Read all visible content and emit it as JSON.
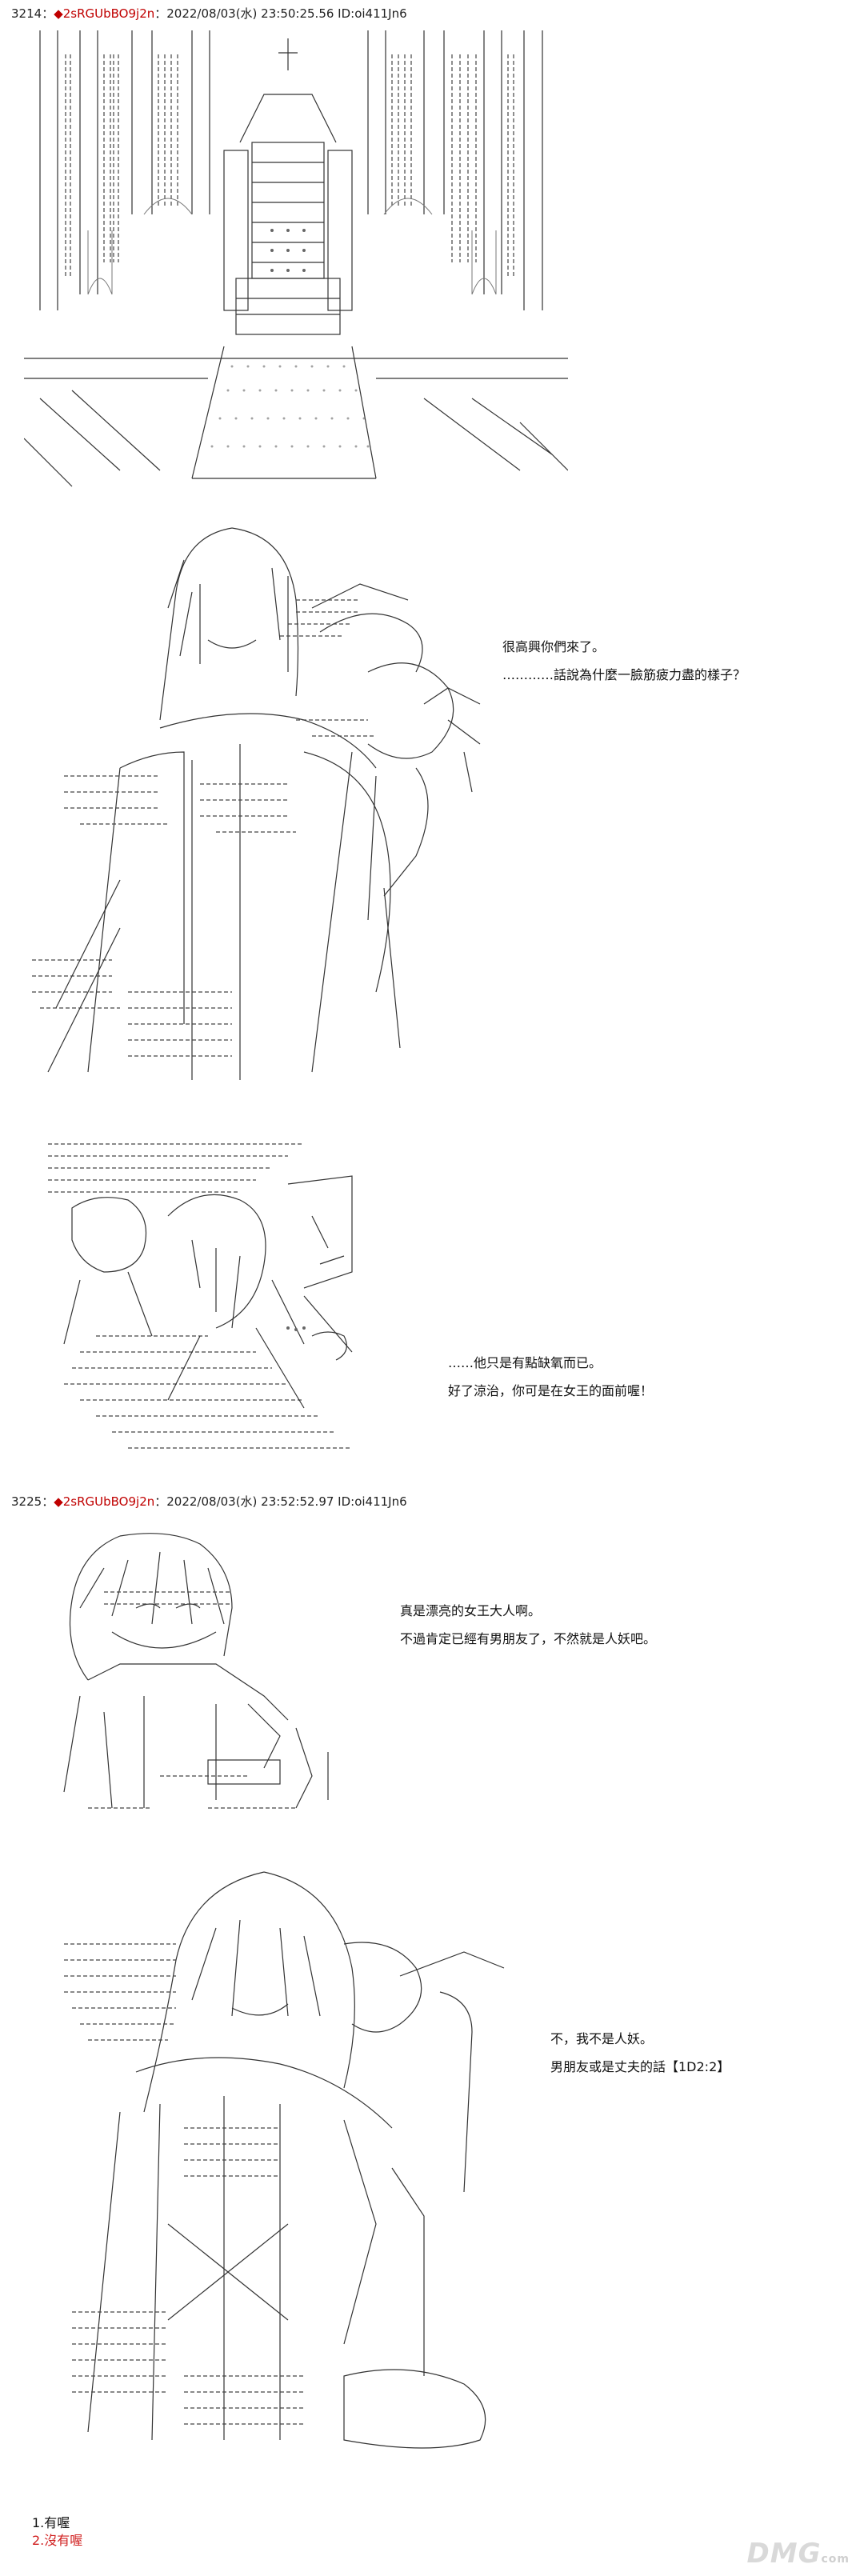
{
  "posts": [
    {
      "number": "3214",
      "separator": "：",
      "trip": "◆2sRGUbBO9j2n",
      "date": "：2022/08/03(水) 23:50:25.56 ID:oi411Jn6"
    },
    {
      "number": "3225",
      "separator": "：",
      "trip": "◆2sRGUbBO9j2n",
      "date": "：2022/08/03(水) 23:52:52.97 ID:oi411Jn6"
    }
  ],
  "dialog": {
    "p1_line1": "很高興你們來了。",
    "p1_line2": "…………話說為什麼一臉筋疲力盡的樣子？",
    "p2_line1": "……他只是有點缺氧而已。",
    "p2_line2": "好了涼治，你可是在女王的面前喔！",
    "p3_line1": "真是漂亮的女王大人啊。",
    "p3_line2": "不過肯定已經有男朋友了，不然就是人妖吧。",
    "p4_line1": "不，我不是人妖。",
    "p4_line2": "男朋友或是丈夫的話【1D2:2】"
  },
  "choices": {
    "one": "1.有喔",
    "two": "2.沒有喔"
  },
  "logo": {
    "text": "DMG",
    "sub": "com"
  }
}
